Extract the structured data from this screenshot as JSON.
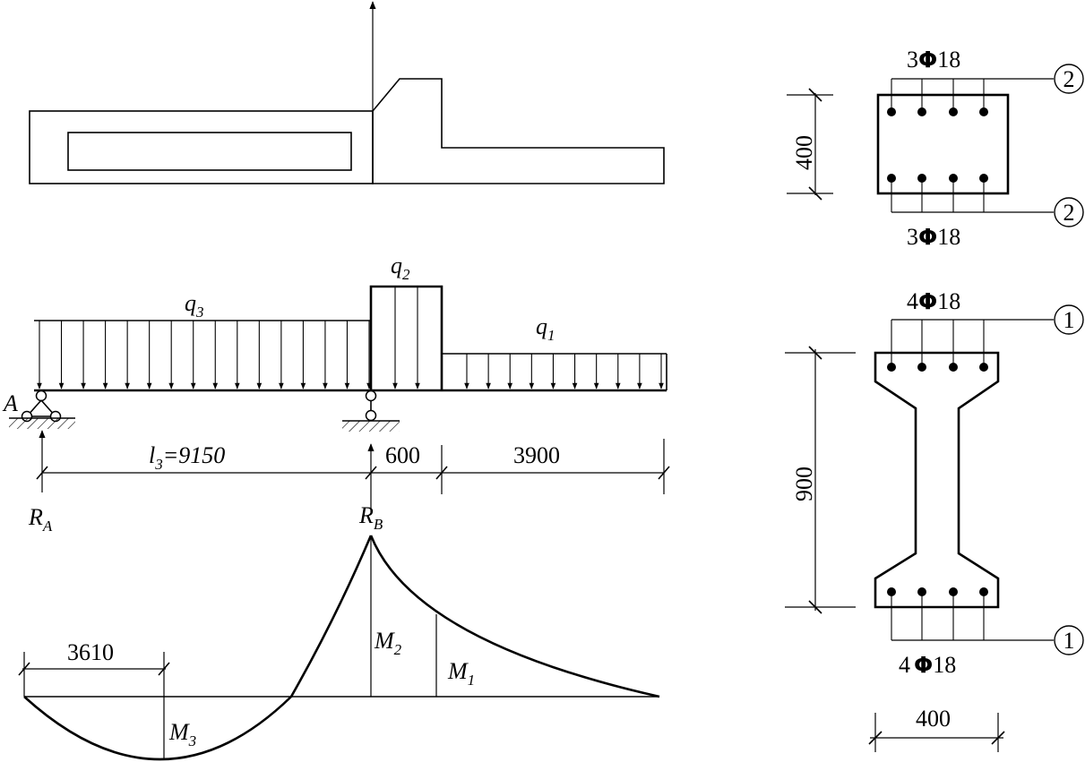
{
  "loads": {
    "q3": {
      "symbol": "q",
      "sub": "3"
    },
    "q2": {
      "symbol": "q",
      "sub": "2"
    },
    "q1": {
      "symbol": "q",
      "sub": "1"
    }
  },
  "supports": {
    "a_label": "A",
    "ra": {
      "symbol": "R",
      "sub": "A"
    },
    "rb": {
      "symbol": "R",
      "sub": "B"
    }
  },
  "dimensions": {
    "span_l3": {
      "symbol": "l",
      "sub": "3",
      "value": "=9150"
    },
    "cantilever_1": "600",
    "cantilever_2": "3900",
    "m3_position": "3610"
  },
  "moments": {
    "m1": {
      "symbol": "M",
      "sub": "1"
    },
    "m2": {
      "symbol": "M",
      "sub": "2"
    },
    "m3": {
      "symbol": "M",
      "sub": "3"
    }
  },
  "section_rect": {
    "height": "400",
    "top_bar_count": "3",
    "top_bar_size": "18",
    "bottom_bar_count": "3",
    "bottom_bar_size": "18",
    "top_marker": "2",
    "bottom_marker": "2"
  },
  "section_i": {
    "height": "900",
    "width": "400",
    "top_bar_count": "4",
    "top_bar_size": "18",
    "bottom_bar_count": "4",
    "bottom_bar_size": "18",
    "top_marker": "1",
    "bottom_marker": "1"
  },
  "rebar_symbol": "Φ"
}
